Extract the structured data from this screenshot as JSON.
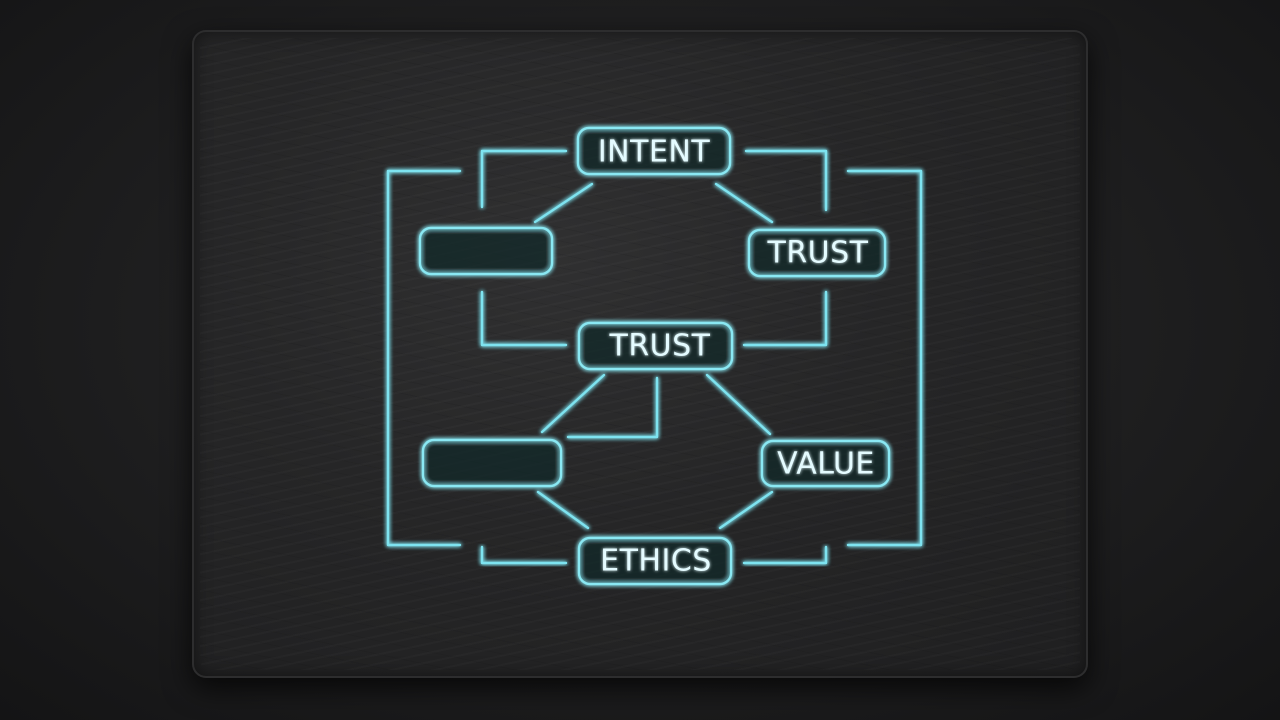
{
  "diagram": {
    "nodes": {
      "intent": "INTENT",
      "trust_right": "TRUST",
      "trust_center": "TRUST",
      "value": "VALUE",
      "ethics": "ETHICS",
      "blank_upper": "",
      "blank_lower": ""
    },
    "glow_color": "#7ee3f0"
  }
}
